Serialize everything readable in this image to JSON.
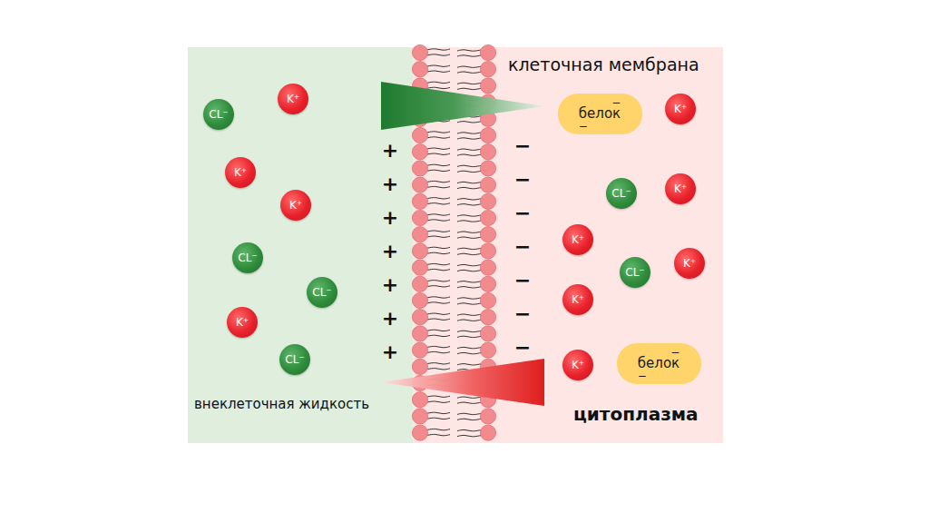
{
  "diagram": {
    "nodes": [
      {
        "text": [
          "внеклеточная жидкость"
        ]
      },
      {
        "text": [
          "K⁺"
        ],
        "in": 0
      },
      {
        "text": [
          "CL⁻"
        ],
        "in": 0
      },
      {
        "text": [
          "K⁺"
        ],
        "in": 0
      },
      {
        "text": [
          "K⁺"
        ],
        "in": 0
      },
      {
        "text": [
          "CL⁻"
        ],
        "in": 0
      },
      {
        "text": [
          "CL⁻"
        ],
        "in": 0
      },
      {
        "text": [
          "K⁺"
        ],
        "in": 0
      },
      {
        "text": [
          "CL⁻"
        ],
        "in": 0
      },
      {
        "text": [
          "цитоплазма"
        ]
      },
      {
        "text": [
          "белок",
          "−",
          "−"
        ],
        "in": 9
      },
      {
        "text": [
          "K⁺"
        ],
        "in": 9
      },
      {
        "text": [
          "K⁺"
        ],
        "in": 9
      },
      {
        "text": [
          "CL⁻"
        ],
        "in": 9
      },
      {
        "text": [
          "K⁺"
        ],
        "in": 9
      },
      {
        "text": [
          "K⁺"
        ],
        "in": 9
      },
      {
        "text": [
          "CL⁻"
        ],
        "in": 9
      },
      {
        "text": [
          "K⁺"
        ],
        "in": 9
      },
      {
        "text": [
          "K⁺"
        ],
        "in": 9
      },
      {
        "text": [
          "белок",
          "−",
          "−"
        ],
        "in": 9
      }
    ],
    "labels": [
      "клеточная мембрана",
      "+",
      "+",
      "+",
      "+",
      "+",
      "+",
      "+",
      "−",
      "−",
      "−",
      "−",
      "−",
      "−",
      "−"
    ]
  }
}
